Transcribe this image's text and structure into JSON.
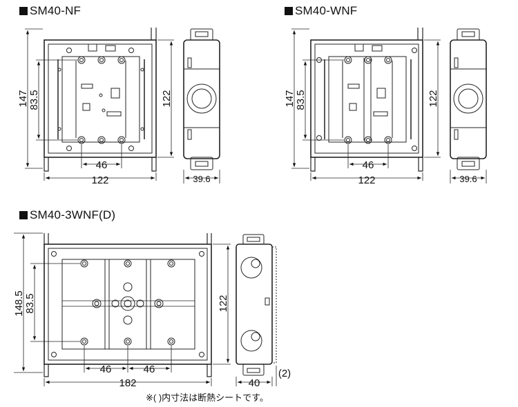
{
  "titles": {
    "nf": "SM40-NF",
    "wnf": "SM40-WNF",
    "wnf3": "SM40-3WNF(D)"
  },
  "dims": {
    "nf_height": "147",
    "nf_inner": "83.5",
    "nf_pitch": "46",
    "nf_width": "122",
    "nf_side_height": "122",
    "nf_depth": "39.6",
    "wnf_height": "147",
    "wnf_inner": "83.5",
    "wnf_pitch": "46",
    "wnf_width": "122",
    "wnf_side_height": "122",
    "wnf_depth": "39.6",
    "wnf3_height": "148.5",
    "wnf3_inner": "83.5",
    "wnf3_pitch_left": "46",
    "wnf3_pitch_right": "46",
    "wnf3_width": "182",
    "wnf3_side_height": "122",
    "wnf3_depth": "40",
    "wnf3_insulation": "(2)"
  },
  "note": "※( )内寸法は断熱シートです。",
  "colors": {
    "line": "#222222",
    "fill": "#ffffff"
  }
}
